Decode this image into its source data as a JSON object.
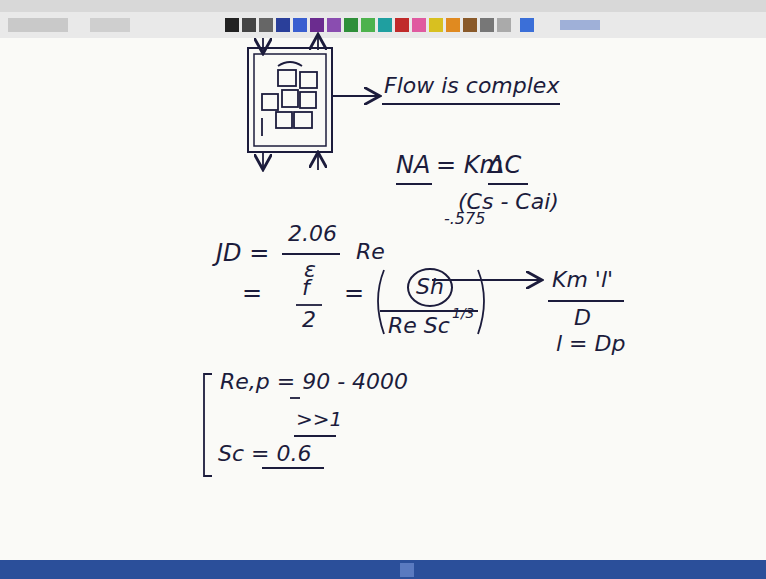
{
  "diagram": {
    "nodes": [
      {
        "text": [
          "Sh"
        ]
      }
    ],
    "labels": [
      "Flow is complex",
      "NA",
      "= Km",
      "ΔC",
      "(Cs - Cai)",
      "-.575",
      "JD =",
      "2.06",
      "ε",
      "Re",
      "=",
      "f",
      "2",
      "=",
      "Re Sc",
      "1/3",
      "Km 'l'",
      "D",
      "l = Dp",
      "Re,p = 90 - 4000",
      ">>1",
      "Sc = 0.6"
    ]
  }
}
